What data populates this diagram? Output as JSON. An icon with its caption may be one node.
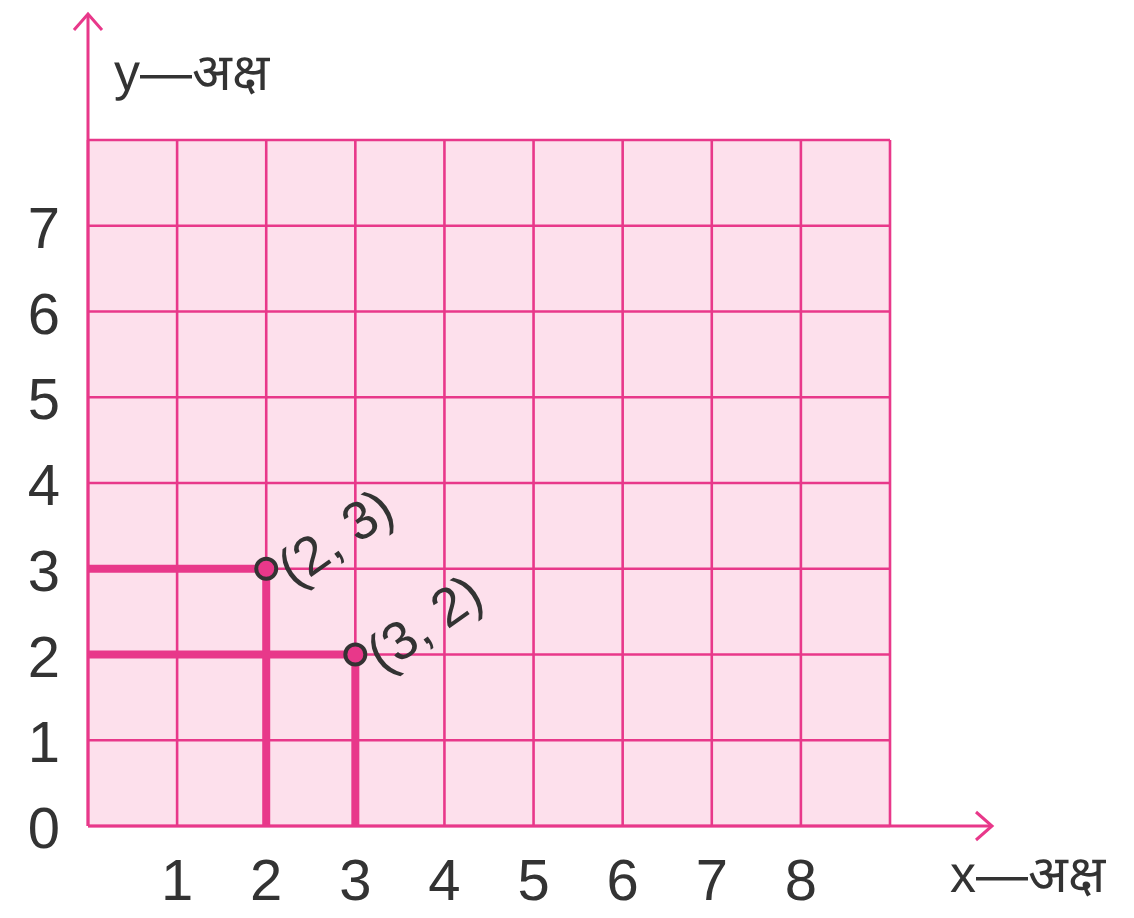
{
  "diagram": {
    "chart_data": {
      "type": "scatter",
      "grid": true,
      "xlabel": "x—अक्ष",
      "ylabel": "y—अक्ष",
      "xlim": [
        0,
        9
      ],
      "ylim": [
        0,
        8
      ],
      "xticks": [
        1,
        2,
        3,
        4,
        5,
        6,
        7,
        8
      ],
      "yticks": [
        0,
        1,
        2,
        3,
        4,
        5,
        6,
        7
      ],
      "x": [
        2,
        3
      ],
      "series": [
        {
          "color": "#e8388a",
          "values": [
            3,
            2
          ]
        }
      ],
      "annotations": [
        "(2, 3)",
        "(3, 2)"
      ]
    }
  }
}
